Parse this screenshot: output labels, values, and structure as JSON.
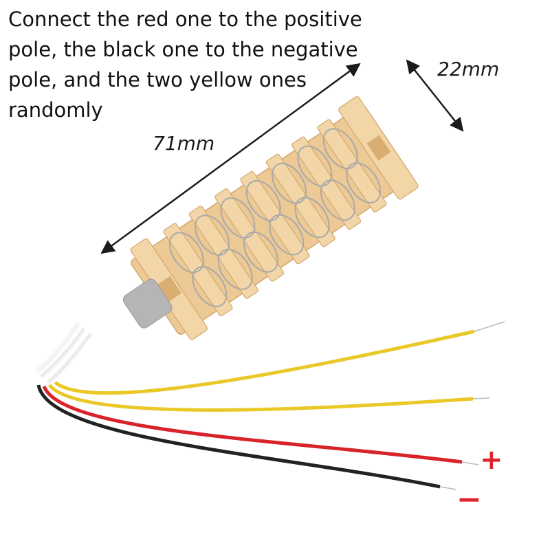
{
  "caption": {
    "line1": "Connect the red one to the positive",
    "line2": "pole, the black one to the negative",
    "line3": "pole, and the two yellow ones",
    "line4": "randomly"
  },
  "dimensions": {
    "length": "71mm",
    "width": "22mm"
  },
  "poles": {
    "positive": "+",
    "negative": "−"
  },
  "colors": {
    "ceramic": "#ecc995",
    "ceramic_dark": "#d8ae73",
    "coil": "#b8b8b8",
    "sleeve": "#b5b5b5",
    "wire_yellow": "#e9c828",
    "wire_red": "#d8232a",
    "wire_black": "#222222",
    "sign_red": "#e0242b"
  }
}
